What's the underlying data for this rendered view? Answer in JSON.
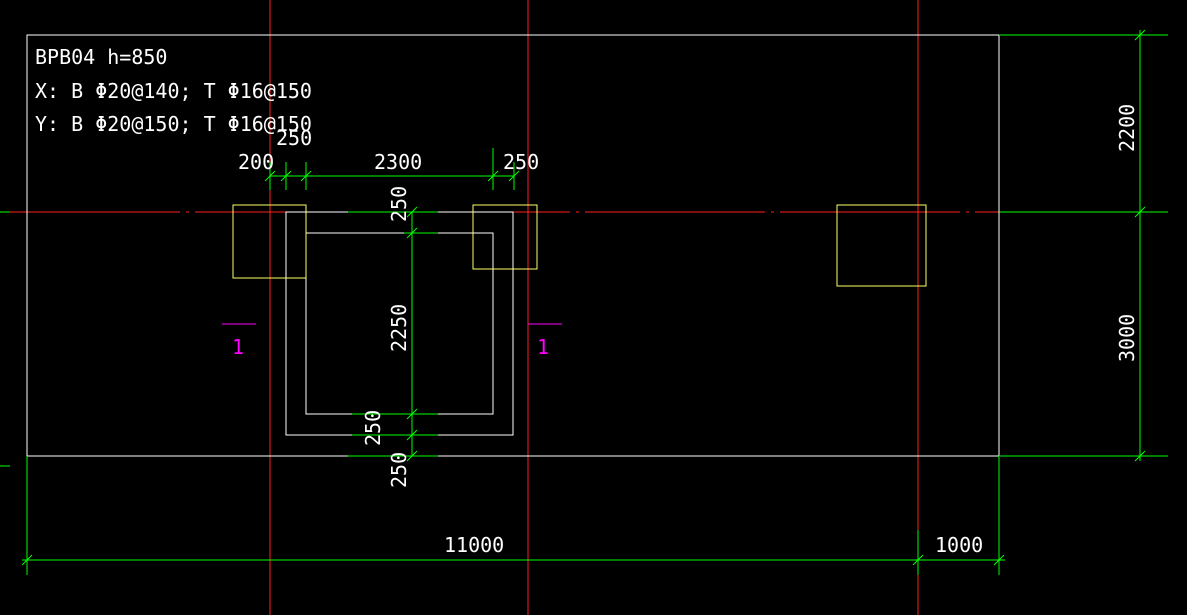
{
  "drawing": {
    "notes": {
      "title": "BPB04 h=850",
      "x_rebar": "X: B Φ20@140;  T Φ16@150",
      "y_rebar": "Y: B Φ20@150;  T Φ16@150"
    },
    "dimensions": {
      "d200": "200",
      "d250_top_left": "250",
      "d2300": "2300",
      "d250_top_right": "250",
      "d250_vert_top": "250",
      "d2250": "2250",
      "d250_vert_mid": "250",
      "d250_vert_bottom": "250",
      "d2200": "2200",
      "d3000": "3000",
      "d11000": "11000",
      "d1000": "1000"
    },
    "section_marks": {
      "left": "1",
      "right": "1"
    },
    "colors": {
      "background": "#000000",
      "grid_axis": "#ff2020",
      "outline": "#ffffff",
      "dimension": "#00ff00",
      "column": "#ffff66",
      "section": "#ff00ff"
    }
  }
}
